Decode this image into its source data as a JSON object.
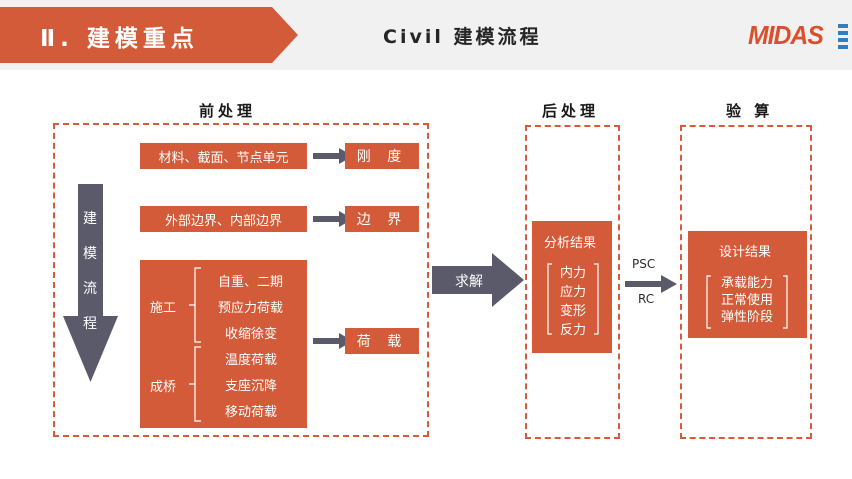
{
  "header": {
    "title": "Ⅱ. 建模重点",
    "subtitle": "Civil 建模流程",
    "logo": "MIDAS"
  },
  "colors": {
    "accent": "#d35b39",
    "gray_arrow": "#5a5a6a",
    "header_bg": "#f1f1f1"
  },
  "sections": {
    "pre": "前处理",
    "post": "后处理",
    "check": "验 算"
  },
  "flow_arrow": {
    "chars": [
      "建",
      "模",
      "流",
      "程"
    ]
  },
  "pre_boxes": {
    "row1_left": "材料、截面、节点单元",
    "row1_right": "刚 度",
    "row2_left": "外部边界、内部边界",
    "row2_right": "边 界",
    "load_right": "荷 载"
  },
  "load_group": {
    "construction_label": "施工",
    "construction_items": [
      "自重、二期",
      "预应力荷载",
      "收缩徐变"
    ],
    "bridge_label": "成桥",
    "bridge_items": [
      "温度荷载",
      "支座沉降",
      "移动荷载"
    ]
  },
  "solve_arrow": "求解",
  "post_box": {
    "title": "分析结果",
    "items": [
      "内力",
      "应力",
      "变形",
      "反力"
    ]
  },
  "connector": {
    "top": "PSC",
    "bottom": "RC"
  },
  "check_box": {
    "title": "设计结果",
    "items": [
      "承载能力",
      "正常使用",
      "弹性阶段"
    ]
  }
}
